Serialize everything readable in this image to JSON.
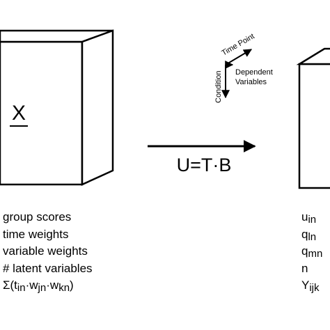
{
  "left_cube": {
    "label": "X"
  },
  "operation": {
    "formula": "U=T·B"
  },
  "axes": {
    "time": "Time Point",
    "dependent_line1": "Dependent",
    "dependent_line2": "Variables",
    "condition": "Condition"
  },
  "left_list": {
    "group_scores": "group scores",
    "time_weights": "time weights",
    "variable_weights": "variable weights",
    "latent_variables": "# latent variables",
    "sum_prefix": "Σ(t",
    "sum_sub1": "in",
    "sum_mid1": "·w",
    "sum_sub2": "jn",
    "sum_mid2": "·w",
    "sum_sub3": "kn",
    "sum_suffix": ")"
  },
  "right_list": {
    "u_base": "u",
    "u_sub": "in",
    "q1_base": "q",
    "q1_sub": "ln",
    "q2_base": "q",
    "q2_sub": "mn",
    "n": "n",
    "y_base": "Y",
    "y_sub": "ijk"
  }
}
